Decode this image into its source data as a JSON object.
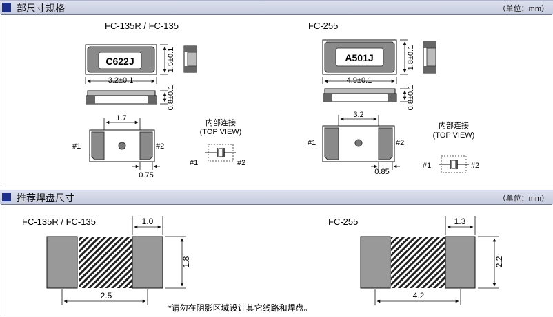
{
  "section1": {
    "title": "部尺寸规格",
    "unit": "（单位：mm）",
    "fc135": {
      "name": "FC-135R / FC-135",
      "marking": "C622J",
      "dim_width": "3.2±0.1",
      "dim_height": "1.5±0.1",
      "dim_thickness": "0.8±0.1",
      "pad_pitch": "1.7",
      "pad_width": "0.75",
      "pin1": "#1",
      "pin2": "#2",
      "conn_title": "内部连接",
      "conn_view": "(TOP VIEW)"
    },
    "fc255": {
      "name": "FC-255",
      "marking": "A501J",
      "dim_width": "4.9±0.1",
      "dim_height": "1.8±0.1",
      "dim_thickness": "0.8±0.1",
      "pad_pitch": "3.2",
      "pad_width": "0.85",
      "pin1": "#1",
      "pin2": "#2",
      "conn_title": "内部连接",
      "conn_view": "(TOP VIEW)"
    }
  },
  "section2": {
    "title": "推荐焊盘尺寸",
    "unit": "（单位：mm）",
    "fc135": {
      "name": "FC-135R / FC-135",
      "pad_w": "1.0",
      "pad_h": "1.8",
      "span": "2.5"
    },
    "fc255": {
      "name": "FC-255",
      "pad_w": "1.3",
      "pad_h": "2.2",
      "span": "4.2"
    },
    "note": "*请勿在阴影区域设计其它线路和焊盘。"
  }
}
